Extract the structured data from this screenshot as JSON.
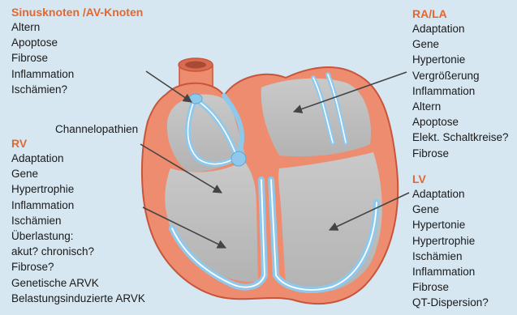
{
  "colors": {
    "background": "#d6e7f2",
    "heading": "#e3672f",
    "heart_wall": "#ee8c70",
    "heart_outline": "#c8553a",
    "chamber": "#bdbdbd",
    "conduction_path": "#8ec9ec",
    "arrow": "#444444"
  },
  "sa_av_node": {
    "heading": "Sinusknoten /AV-Knoten",
    "items": [
      "Altern",
      "Apoptose",
      "Fibrose",
      "Inflammation",
      "Ischämien?"
    ]
  },
  "channelopathies": {
    "label": "Channelopathien"
  },
  "rv": {
    "heading": "RV",
    "items": [
      "Adaptation",
      "Gene",
      "Hypertrophie",
      "Inflammation",
      "Ischämien",
      "Überlastung:",
      "akut? chronisch?",
      "Fibrose?",
      "Genetische ARVK",
      "Belastungsinduzierte ARVK"
    ]
  },
  "ra_la": {
    "heading": "RA/LA",
    "items": [
      "Adaptation",
      "Gene",
      "Hypertonie",
      "Vergrößerung",
      "Inflammation",
      "Altern",
      "Apoptose",
      "Elekt. Schaltkreise?",
      "Fibrose"
    ]
  },
  "lv": {
    "heading": "LV",
    "items": [
      "Adaptation",
      "Gene",
      "Hypertonie",
      "Hypertrophie",
      "Ischämien",
      "Inflammation",
      "Fibrose",
      "QT-Dispersion?"
    ]
  }
}
